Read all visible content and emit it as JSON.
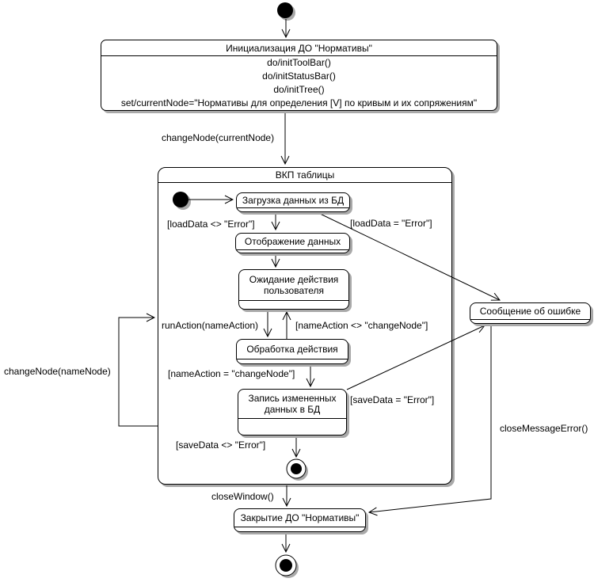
{
  "diagram_title": "UML state diagram",
  "colors": {
    "background": "#ffffff",
    "border": "#000000",
    "shadow": "#a9a9a9",
    "text": "#000000"
  },
  "states": {
    "init": {
      "title": "Инициализация ДО \"Нормативы\"",
      "actions": [
        "do/initToolBar()",
        "do/initStatusBar()",
        "do/initTree()",
        "set/currentNode=\"Нормативы для определения [V] по кривым и их сопряжениям\""
      ]
    },
    "composite": {
      "title": "ВКП таблицы"
    },
    "load": {
      "label": "Загрузка данных из БД"
    },
    "display": {
      "label": "Отображение данных"
    },
    "wait": {
      "label": "Ожидание действия пользователя"
    },
    "process": {
      "label": "Обработка действия"
    },
    "save": {
      "label": "Запись измененных данных в БД"
    },
    "error": {
      "label": "Сообщение об ошибке"
    },
    "close": {
      "label": "Закрытие ДО \"Нормативы\""
    }
  },
  "transitions": {
    "change_current": "changeNode(currentNode)",
    "load_ok": "[loadData <> \"Error\"]",
    "load_err": "[loadData = \"Error\"]",
    "run_action": "runAction(nameAction)",
    "action_not_change": "[nameAction <> \"changeNode\"]",
    "action_change": "[nameAction = \"changeNode\"]",
    "save_err": "[saveData = \"Error\"]",
    "save_ok": "[saveData <> \"Error\"]",
    "change_name": "changeNode(nameNode)",
    "close_window": "closeWindow()",
    "close_message": "closeMessageError()"
  }
}
